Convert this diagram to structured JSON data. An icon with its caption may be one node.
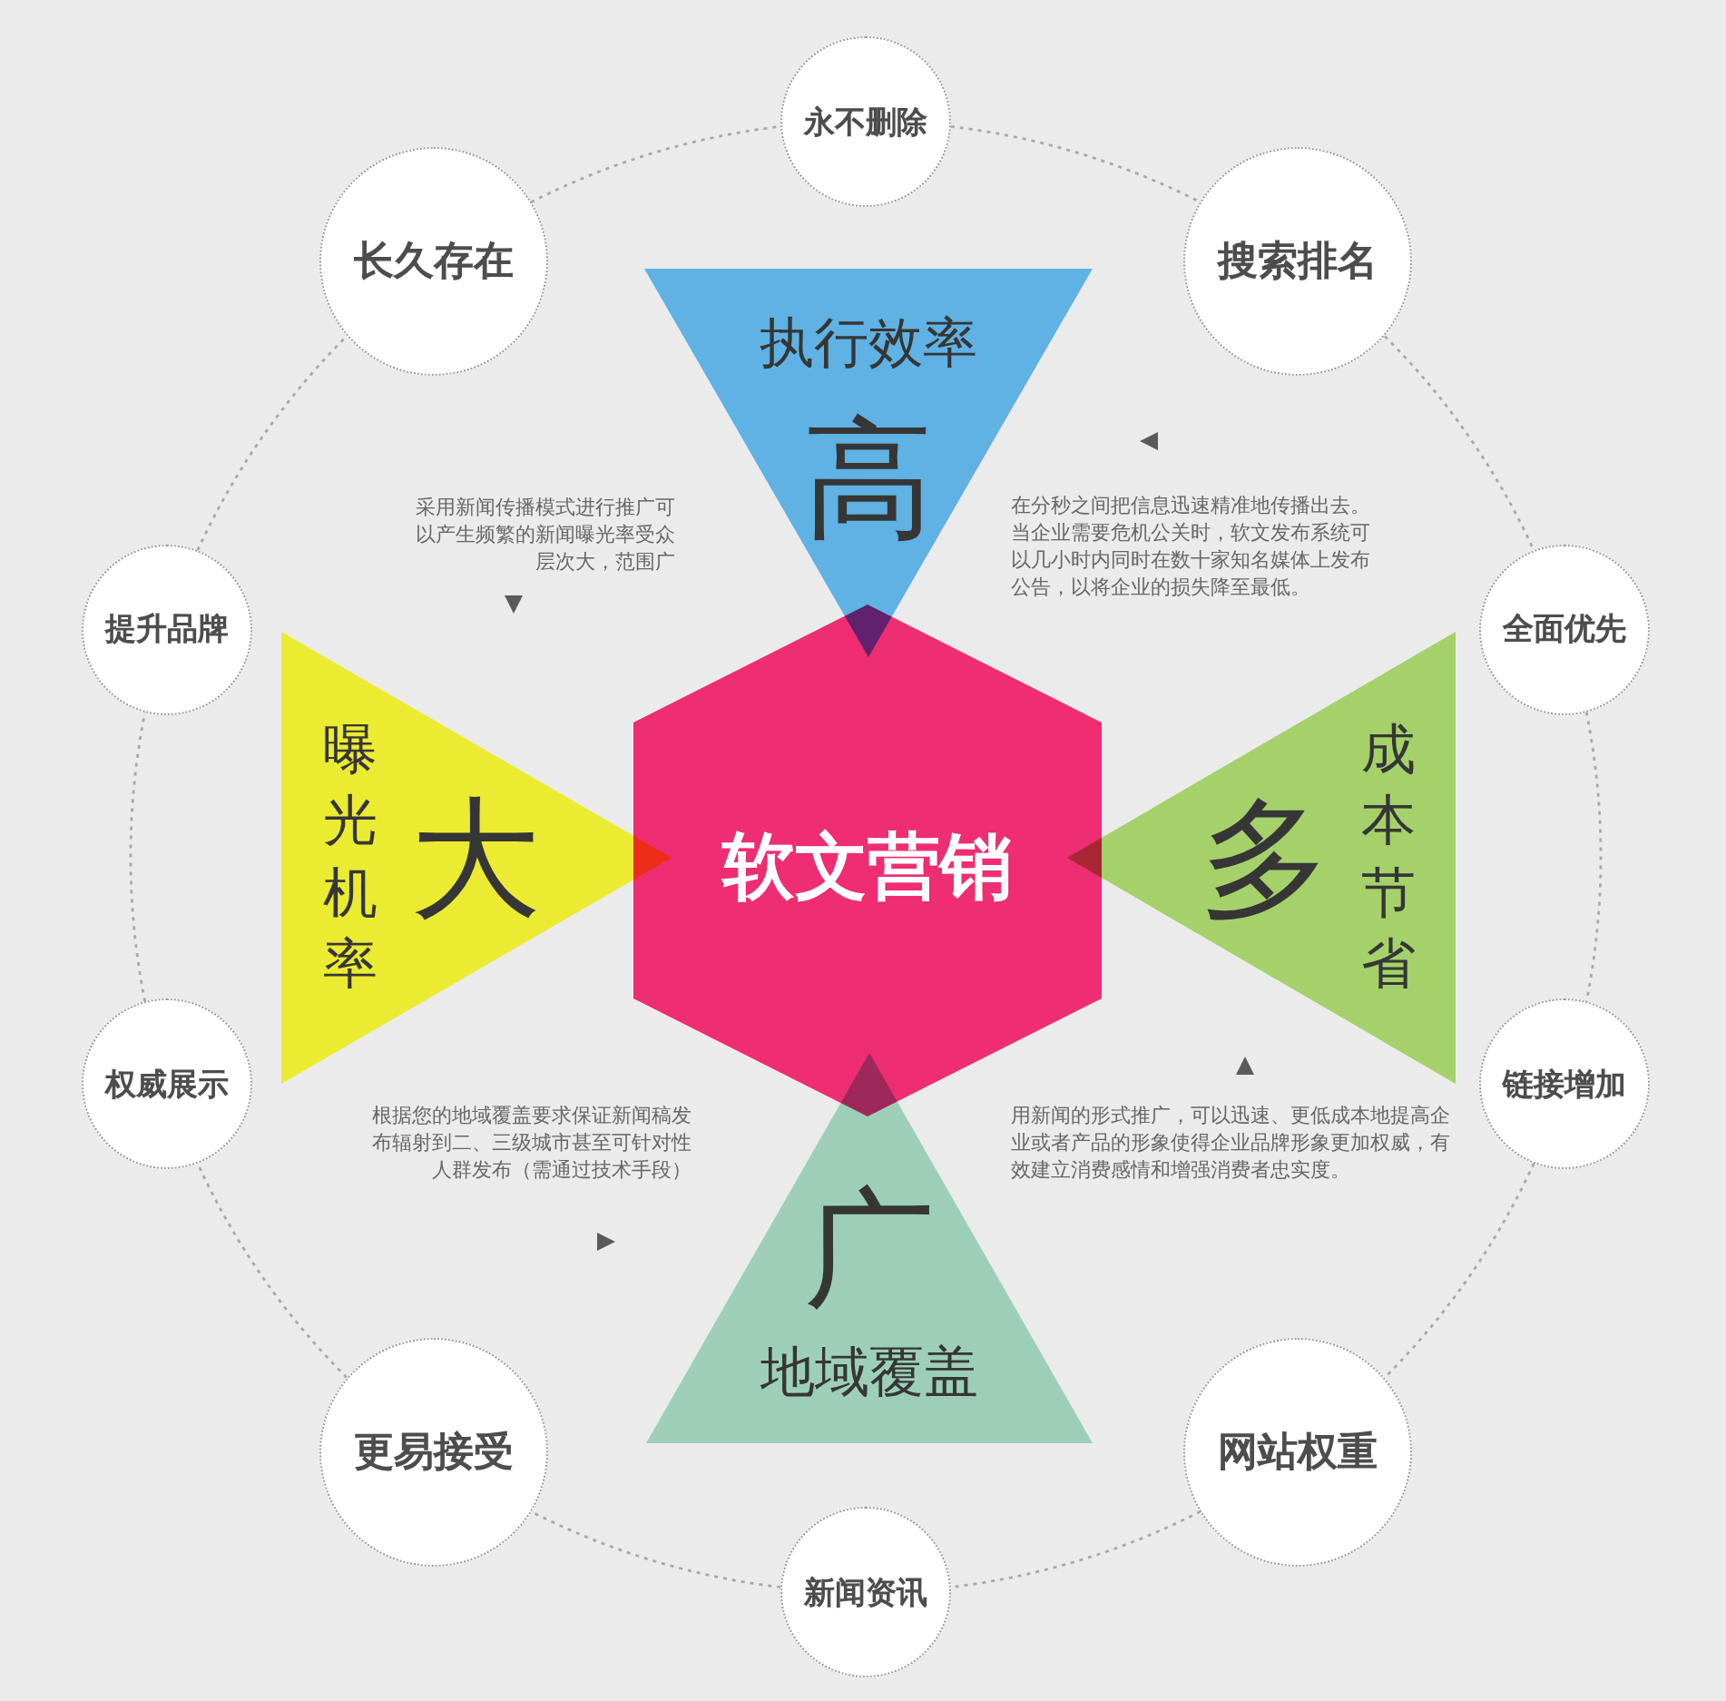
{
  "diagram": {
    "nodes": [
      {
        "text": [
          "永不删除"
        ]
      },
      {
        "text": [
          "长久存在"
        ]
      },
      {
        "text": [
          "搜索排名"
        ]
      },
      {
        "text": [
          "执行效率",
          "高"
        ]
      },
      {
        "text": [
          "提升品牌"
        ]
      },
      {
        "text": [
          "全面优先"
        ]
      },
      {
        "text": [
          "曝光机率",
          "大"
        ]
      },
      {
        "text": [
          "软文营销"
        ]
      },
      {
        "text": [
          "多",
          "成本节省"
        ]
      },
      {
        "text": [
          "权威展示"
        ]
      },
      {
        "text": [
          "链接增加"
        ]
      },
      {
        "text": [
          "广",
          "地域覆盖"
        ]
      },
      {
        "text": [
          "更易接受"
        ]
      },
      {
        "text": [
          "网站权重"
        ]
      },
      {
        "text": [
          "新闻资讯"
        ]
      }
    ],
    "edges": [
      {
        "from": 0,
        "to": 2,
        "arrow": "none",
        "style": "dashed"
      },
      {
        "from": 2,
        "to": 5,
        "arrow": "none",
        "style": "dashed"
      },
      {
        "from": 5,
        "to": 10,
        "arrow": "none",
        "style": "dashed"
      },
      {
        "from": 10,
        "to": 13,
        "arrow": "none",
        "style": "dashed"
      },
      {
        "from": 13,
        "to": 14,
        "arrow": "none",
        "style": "dashed"
      },
      {
        "from": 14,
        "to": 12,
        "arrow": "none",
        "style": "dashed"
      },
      {
        "from": 12,
        "to": 9,
        "arrow": "none",
        "style": "dashed"
      },
      {
        "from": 9,
        "to": 4,
        "arrow": "none",
        "style": "dashed"
      },
      {
        "from": 4,
        "to": 1,
        "arrow": "none",
        "style": "dashed"
      },
      {
        "from": 1,
        "to": 0,
        "arrow": "none",
        "style": "dashed"
      }
    ],
    "labels": [
      "采用新闻传播模式进行推广可以产生频繁的新闻曝光率受众层次大，范围广",
      "在分秒之间把信息迅速精准地传播出去。当企业需要危机公关时，软文发布系统可以几小时内同时在数十家知名媒体上发布公告，以将企业的损失降至最低。",
      "根据您的地域覆盖要求保证新闻稿发布辐射到二、三级城市甚至可针对性人群发布（需通过技术手段）",
      "用新闻的形式推广，可以迅速、更低成本地提高企业或者产品的形象使得企业品牌形象更加权威，有效建立消费感情和增强消费者忠实度。"
    ]
  }
}
